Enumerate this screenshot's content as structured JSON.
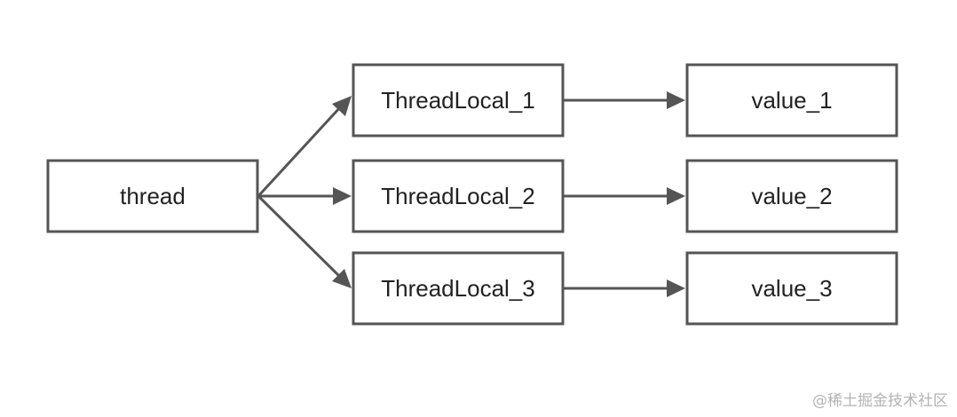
{
  "colors": {
    "stroke": "#555555",
    "text": "#222222",
    "background": "#ffffff",
    "watermark": "#b3b3b3"
  },
  "nodes": {
    "thread": {
      "label": "thread"
    },
    "threadlocal_1": {
      "label": "ThreadLocal_1"
    },
    "threadlocal_2": {
      "label": "ThreadLocal_2"
    },
    "threadlocal_3": {
      "label": "ThreadLocal_3"
    },
    "value_1": {
      "label": "value_1"
    },
    "value_2": {
      "label": "value_2"
    },
    "value_3": {
      "label": "value_3"
    }
  },
  "edges": [
    {
      "from": "thread",
      "to": "threadlocal_1"
    },
    {
      "from": "thread",
      "to": "threadlocal_2"
    },
    {
      "from": "thread",
      "to": "threadlocal_3"
    },
    {
      "from": "threadlocal_1",
      "to": "value_1"
    },
    {
      "from": "threadlocal_2",
      "to": "value_2"
    },
    {
      "from": "threadlocal_3",
      "to": "value_3"
    }
  ],
  "watermark": "@稀土掘金技术社区"
}
